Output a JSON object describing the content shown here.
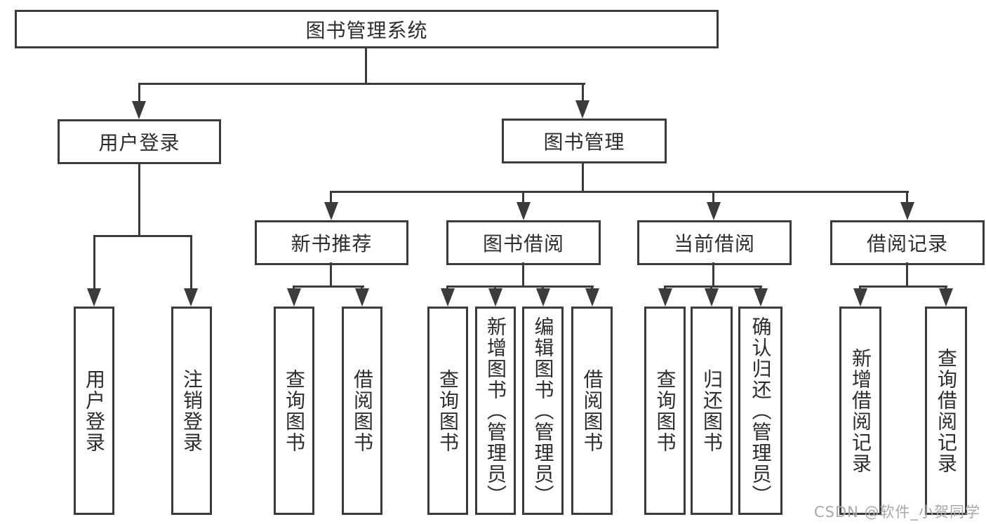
{
  "diagram_title": "图书管理系统",
  "nodes": {
    "root": "图书管理系统",
    "user_login": "用户登录",
    "book_management": "图书管理",
    "new_book_recommend": "新书推荐",
    "book_borrowing": "图书借阅",
    "current_borrowing": "当前借阅",
    "borrowing_records": "借阅记录",
    "leaf_user_login": "用户登录",
    "leaf_logout": "注销登录",
    "leaf_nbr_query_book": "查询图书",
    "leaf_nbr_borrow_book": "借阅图书",
    "leaf_bb_query_book": "查询图书",
    "leaf_bb_add_book_admin": "新增图书（管理员）",
    "leaf_bb_edit_book_admin": "编辑图书（管理员）",
    "leaf_bb_borrow_book": "借阅图书",
    "leaf_cb_query_book": "查询图书",
    "leaf_cb_return_book": "归还图书",
    "leaf_cb_confirm_return_admin": "确认归还（管理员）",
    "leaf_br_add_record": "新增借阅记录",
    "leaf_br_query_record": "查询借阅记录"
  },
  "hierarchy": {
    "图书管理系统": {
      "用户登录": [
        "用户登录",
        "注销登录"
      ],
      "图书管理": {
        "新书推荐": [
          "查询图书",
          "借阅图书"
        ],
        "图书借阅": [
          "查询图书",
          "新增图书（管理员）",
          "编辑图书（管理员）",
          "借阅图书"
        ],
        "当前借阅": [
          "查询图书",
          "归还图书",
          "确认归还（管理员）"
        ],
        "借阅记录": [
          "新增借阅记录",
          "查询借阅记录"
        ]
      }
    }
  },
  "watermark": "CSDN @软件_小贺同学",
  "colors": {
    "line": "#3b3b3b",
    "text": "#2d2d2d",
    "watermark": "#a9a9ad",
    "background": "#ffffff"
  }
}
